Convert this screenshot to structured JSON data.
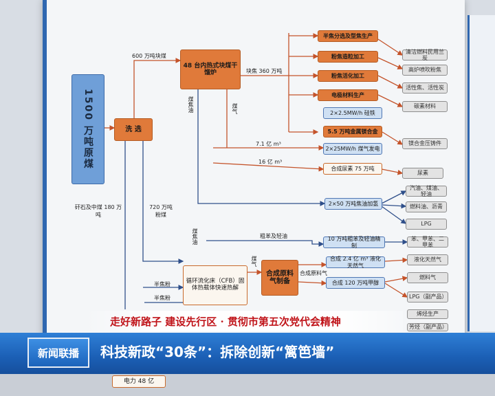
{
  "chart": {
    "source": "1500 万吨原煤",
    "washing": "洗 选",
    "reactor": "48 台内热式块煤干馏炉",
    "cfb": "循环流化床（CFB）固体热载体快速热解",
    "syngas": "合成原料气制备",
    "products_right": [
      "半焦分选及型焦生产",
      "粉焦造粒加工",
      "粉焦活化加工",
      "电极材料生产",
      "2×2.5MW/h 硅铁",
      "5.5 万吨金属镁合金",
      "2×25MW/h 煤气发电",
      "合成尿素 75 万吨",
      "2×50 万吨焦油加氢",
      "10 万吨粗苯及轻油精制",
      "合成 2.4 亿 m³ 液化天然气",
      "合成 120 万吨甲醇"
    ],
    "end_products": [
      "清洁燃料民用兰炭",
      "高炉喷吹粉焦",
      "活性焦、活性炭",
      "碳素材料",
      "镁合金压铸件",
      "尿素",
      "汽油、煤油、轻油",
      "燃料油、沥青",
      "LPG",
      "苯、甲苯、二甲苯",
      "液化天然气",
      "燃料气",
      "LPG（副产品）",
      "烯烃生产",
      "芳烃（副产品）"
    ],
    "labels": {
      "t600": "600 万吨块煤",
      "t360": "块焦 360 万吨",
      "coal_tar": "煤焦油",
      "coal_gas": "煤气",
      "gas71": "7.1 亿 m³",
      "gas16": "16 亿 m³",
      "gangue": "矸石及中煤 180 万吨",
      "t720": "720 万吨粉煤",
      "coal_tar2": "煤焦油",
      "benzene": "粗苯及轻油",
      "semi_coke": "半焦粉",
      "semi_coke2": "半焦粉",
      "coal_gas2": "煤气",
      "syn_gas": "合成原料气",
      "power": "电力 48 亿"
    }
  },
  "banner": {
    "slogan": "走好新路子 建设先行区 · 贯彻市第五次党代会精神"
  },
  "news": {
    "logo": "新闻联播",
    "headline": "科技新政“30条”：拆除创新“篱笆墙”"
  }
}
